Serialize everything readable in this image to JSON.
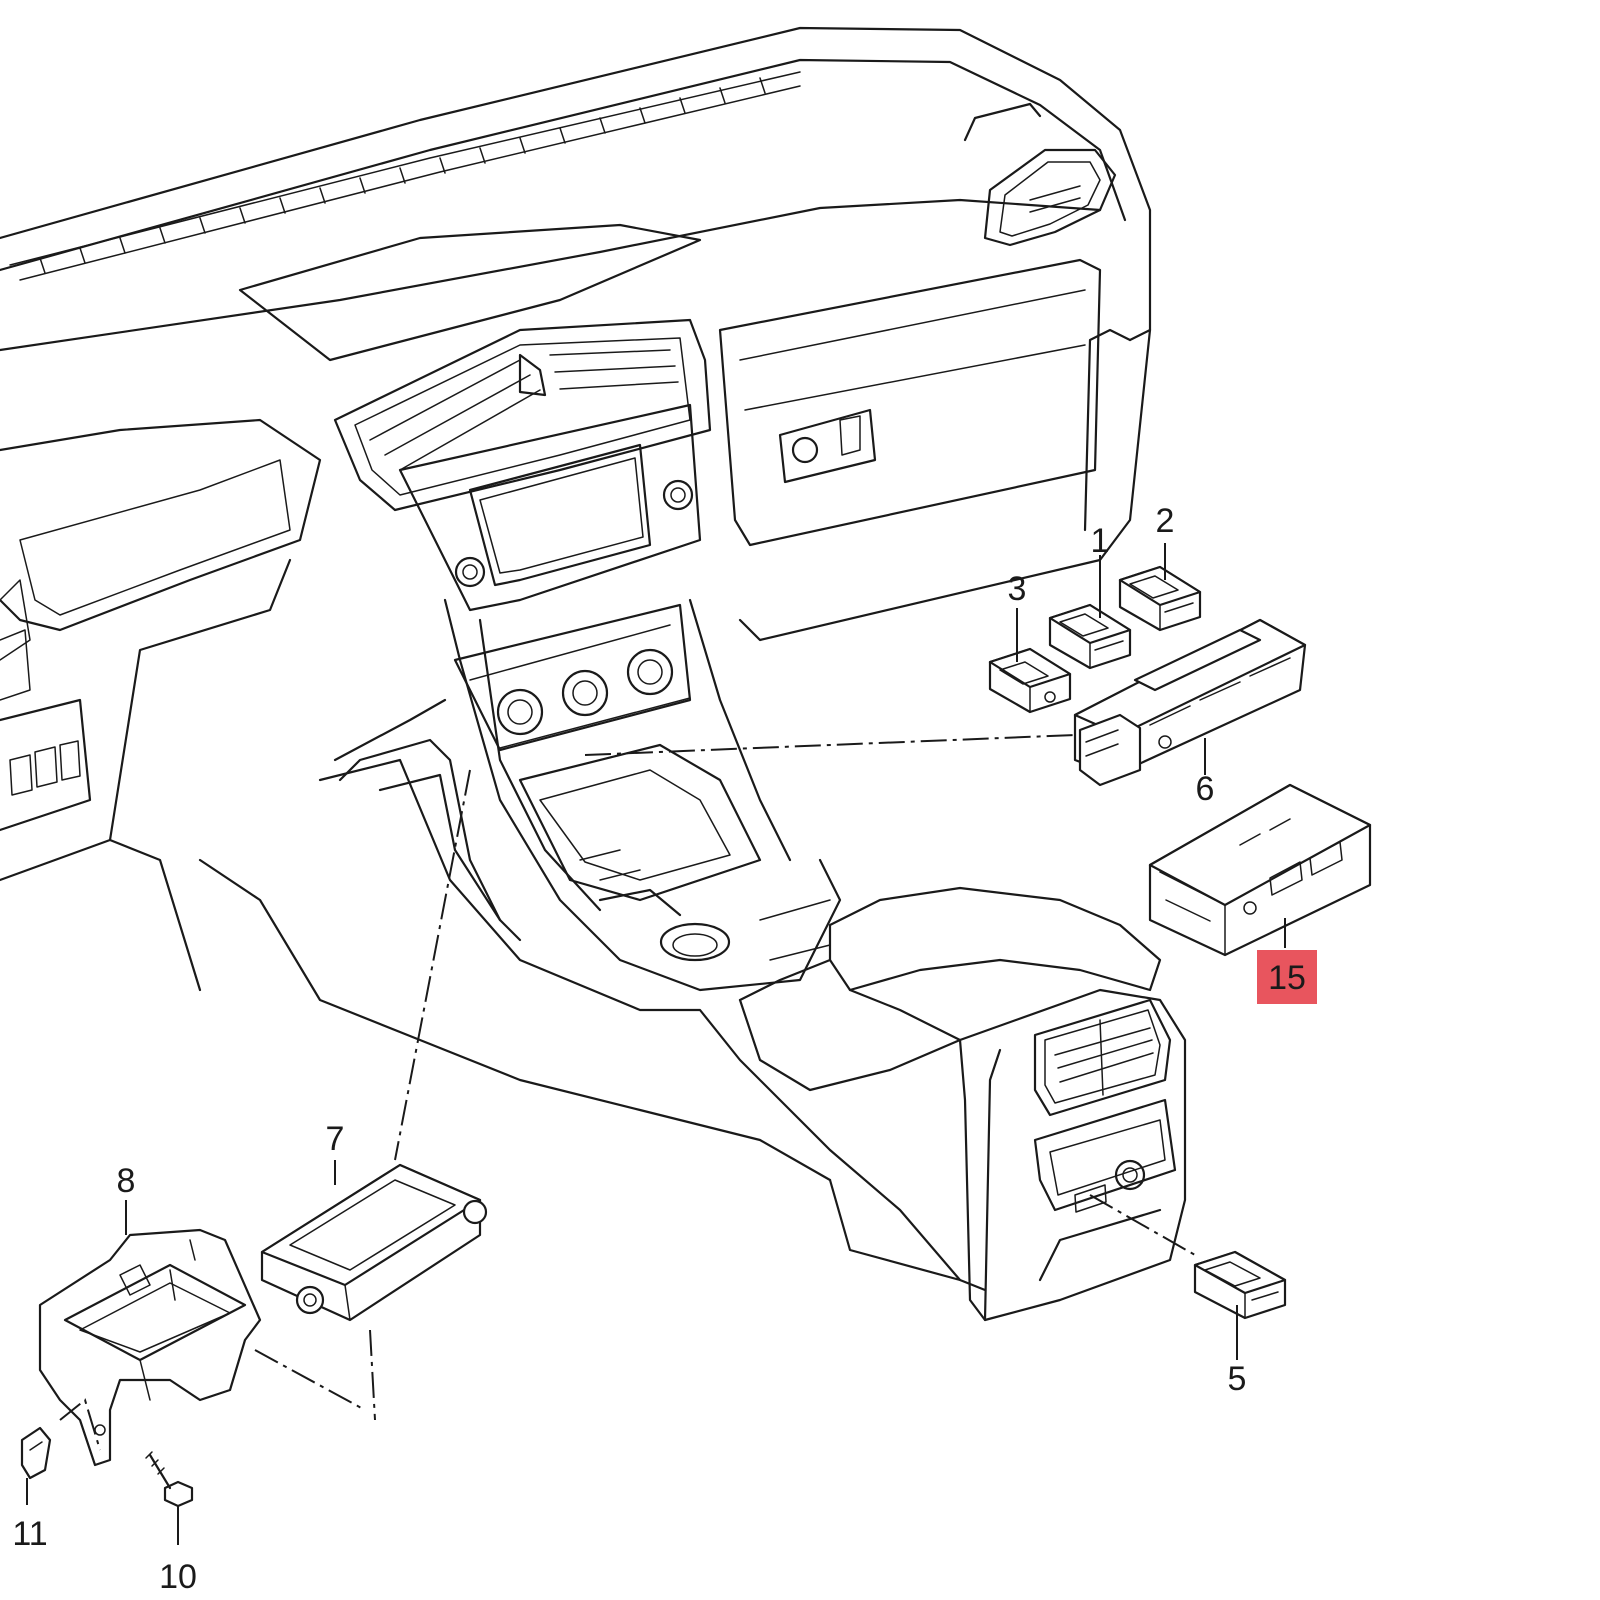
{
  "colors": {
    "line": "#1a1a1a",
    "highlight": "#e8555e",
    "background": "#ffffff"
  },
  "callouts": {
    "c1": "1",
    "c2": "2",
    "c3": "3",
    "c5": "5",
    "c6": "6",
    "c7": "7",
    "c8": "8",
    "c10": "10",
    "c11": "11",
    "c15": "15"
  },
  "highlighted_part": "15"
}
